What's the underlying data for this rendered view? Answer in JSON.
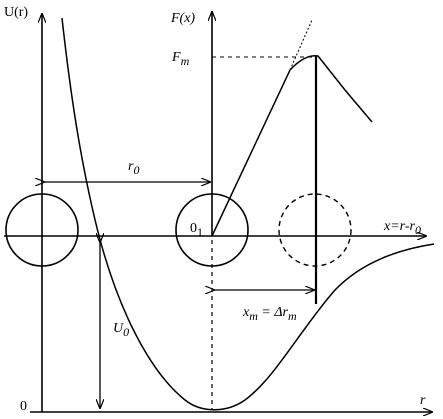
{
  "labels": {
    "u_axis": "U(r)",
    "f_axis": "F(x)",
    "f_max": "F",
    "f_max_sub": "m",
    "r0": "r",
    "r0_sub": "0",
    "origin_shift": "0",
    "origin_shift_sub": "1",
    "x_axis_main": "x=r-r",
    "x_axis_sub": "0",
    "xm_main": "x",
    "xm_sub": "m",
    "xm_eq": " = ",
    "xm_delta": "Δr",
    "xm_delta_sub": "m",
    "u0": "U",
    "u0_sub": "0",
    "zero": "0",
    "r_axis": "r"
  }
}
